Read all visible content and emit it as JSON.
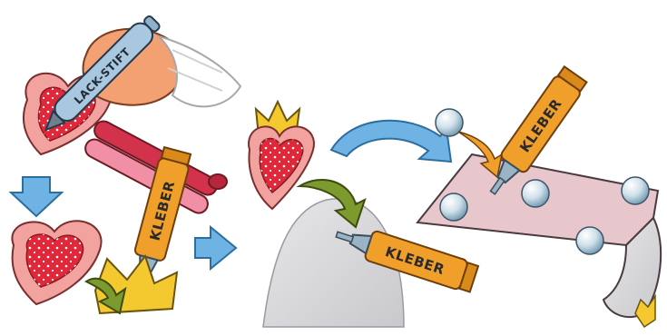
{
  "illustration": {
    "pen_label": "LACK-STIFT",
    "glue_tube_label": "KLEBER",
    "colors": {
      "heart_red": "#e0283a",
      "heart_pink": "#f2a3a0",
      "arrow_blue": "#6fb3e4",
      "arrow_green": "#7c9a2e",
      "glue_tube_orange": "#f0a02a",
      "crown_yellow": "#f3c92f",
      "card_pink": "#e7c6cc"
    },
    "steps": [
      {
        "id": "step-1",
        "icon": "paint-pen-drawing-heart-icon"
      },
      {
        "id": "step-2",
        "icon": "glue-heart-to-crown-icon"
      },
      {
        "id": "step-3",
        "icon": "stick-crown-heart-on-shape-icon"
      },
      {
        "id": "step-4",
        "icon": "glue-pearls-on-card-icon"
      }
    ]
  }
}
